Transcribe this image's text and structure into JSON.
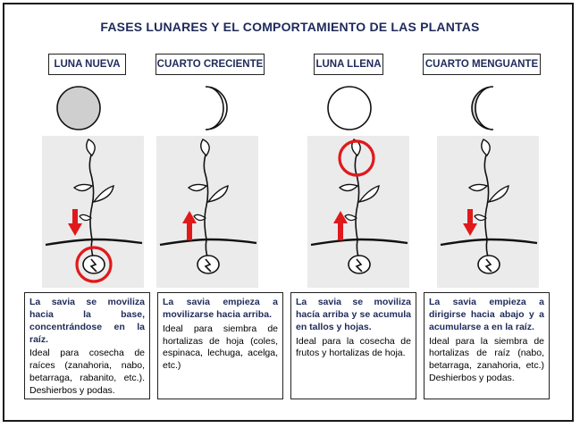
{
  "title": "FASES LUNARES Y EL COMPORTAMIENTO DE LAS PLANTAS",
  "colors": {
    "title": "#1f2a5a",
    "arrow": "#e0191b",
    "moon_fill": "#cfcfcf",
    "panel_bg": "#ebebeb"
  },
  "phases": [
    {
      "name": "LUNA NUEVA",
      "moon_icon": "full-dark-moon",
      "arrow": "down",
      "highlight": "seed",
      "lead": "La savia se moviliza hacia la base, concentrándose en la raíz.",
      "body": "Ideal para cosecha de raíces (zanahoria, nabo, betarraga, rabanito, etc.). Deshierbos y podas."
    },
    {
      "name": "CUARTO CRECIENTE",
      "moon_icon": "waxing-crescent",
      "arrow": "up",
      "highlight": "none",
      "lead": "La savia empieza a movilizarse hacia arriba.",
      "body": "Ideal para siembra de hortalizas de hoja (coles, espinaca, lechuga, acelga, etc.)"
    },
    {
      "name": "LUNA LLENA",
      "moon_icon": "full-white-moon",
      "arrow": "up",
      "highlight": "top-leaf",
      "lead": "La savia se moviliza hacía arriba y se acumula en tallos y hojas.",
      "body": "Ideal para la cosecha de frutos y hortalizas de hoja."
    },
    {
      "name": "CUARTO MENGUANTE",
      "moon_icon": "waning-crescent",
      "arrow": "down",
      "highlight": "none",
      "lead": "La savia empieza a dirigirse hacia abajo y a acumularse a en la raíz.",
      "body": "Ideal para la siembra de hortalizas de raíz (nabo, betarraga, zanahoria, etc.) Deshierbos y podas."
    }
  ]
}
